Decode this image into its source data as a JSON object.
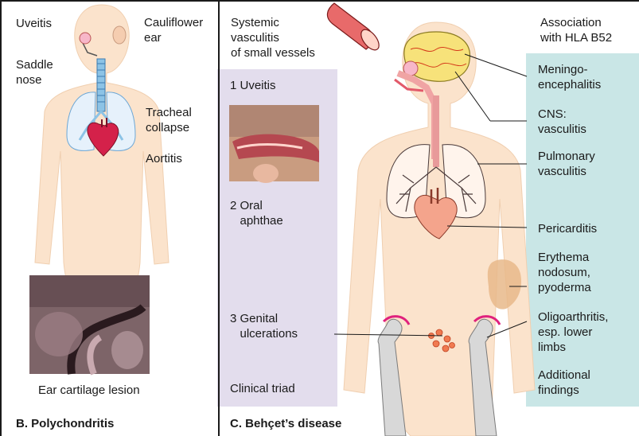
{
  "panel_b": {
    "title": "B. Polychondritis",
    "labels": {
      "uveitis": "Uveitis",
      "cauliflower_ear": "Cauliflower\near",
      "saddle_nose": "Saddle\nnose",
      "tracheal_collapse": "Tracheal\ncollapse",
      "aortitis": "Aortitis"
    },
    "photo_caption": "Ear cartilage lesion"
  },
  "panel_c": {
    "title": "C. Behçet’s disease",
    "header_vasculitis": "Systemic\nvasculitis\nof small vessels",
    "header_association": "Association\nwith HLA B52",
    "triad": {
      "item1": "1 Uveitis",
      "item2": "2 Oral\n   aphthae",
      "item3": "3 Genital\n   ulcerations",
      "caption": "Clinical triad"
    },
    "findings": {
      "meningo": "Meningo-\nencephalitis",
      "cns": "CNS:\nvasculitis",
      "pulmonary": "Pulmonary\nvasculitis",
      "pericarditis": "Pericarditis",
      "erythema": "Erythema\nnodosum,\npyoderma",
      "oligo": "Oligoarthritis,\nesp. lower\nlimbs",
      "additional": "Additional\nfindings"
    }
  },
  "colors": {
    "skin": "#fbe3cc",
    "violet_panel": "#e3dded",
    "teal_panel": "#c9e6e6",
    "airway": "#8cc3e6",
    "heart": "#d4214a",
    "inflammation": "#e0217d"
  }
}
